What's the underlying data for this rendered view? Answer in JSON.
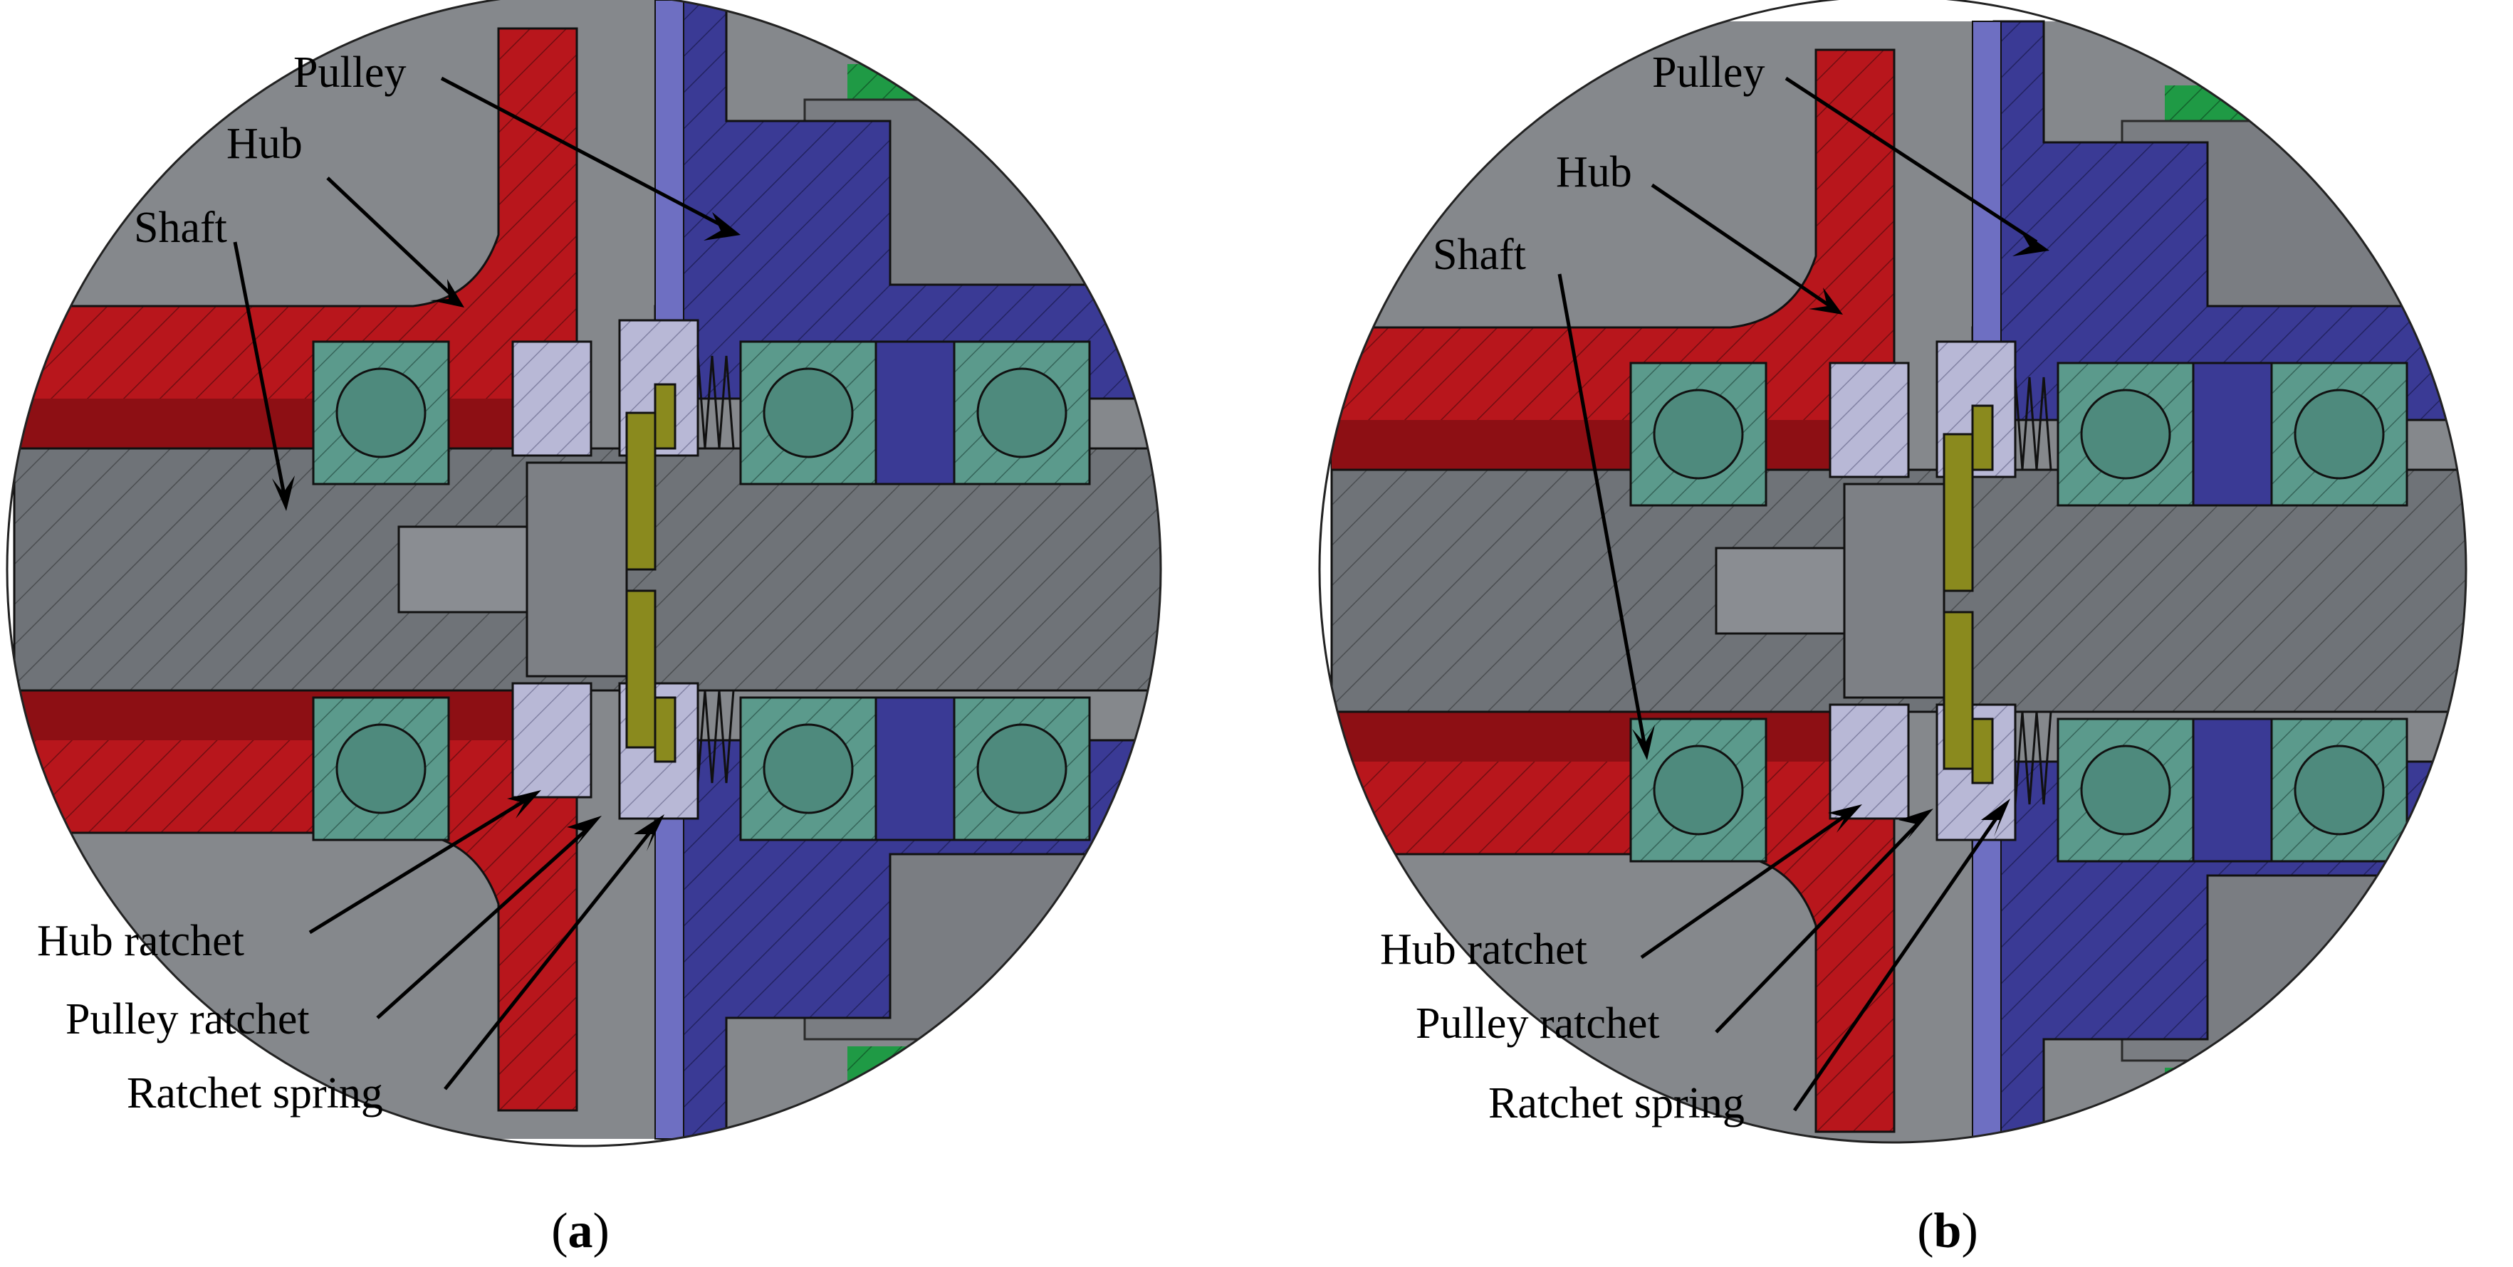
{
  "colors": {
    "hub": "#b8161c",
    "hub_dark": "#8d0f14",
    "pulley": "#3a3a95",
    "pulley_light": "#6e6fc2",
    "shaft": "#6f7378",
    "shaft_dark": "#5b5f64",
    "bearing": "#5b9a8c",
    "bearing_ball": "#4e8a7d",
    "ratchet": "#b8b8d6",
    "spring_plate": "#8a8a1e",
    "green": "#1f9a45",
    "casing": "#85888c"
  },
  "panels": [
    {
      "caption_open": "(",
      "caption_letter": "a",
      "caption_close": ")",
      "labels": {
        "pulley": "Pulley",
        "hub": "Hub",
        "shaft": "Shaft",
        "hub_ratchet": "Hub ratchet",
        "pulley_ratchet": "Pulley ratchet",
        "ratchet_spring": "Ratchet spring"
      }
    },
    {
      "caption_open": "(",
      "caption_letter": "b",
      "caption_close": ")",
      "labels": {
        "pulley": "Pulley",
        "hub": "Hub",
        "shaft": "Shaft",
        "hub_ratchet": "Hub ratchet",
        "pulley_ratchet": "Pulley ratchet",
        "ratchet_spring": "Ratchet spring"
      }
    }
  ]
}
